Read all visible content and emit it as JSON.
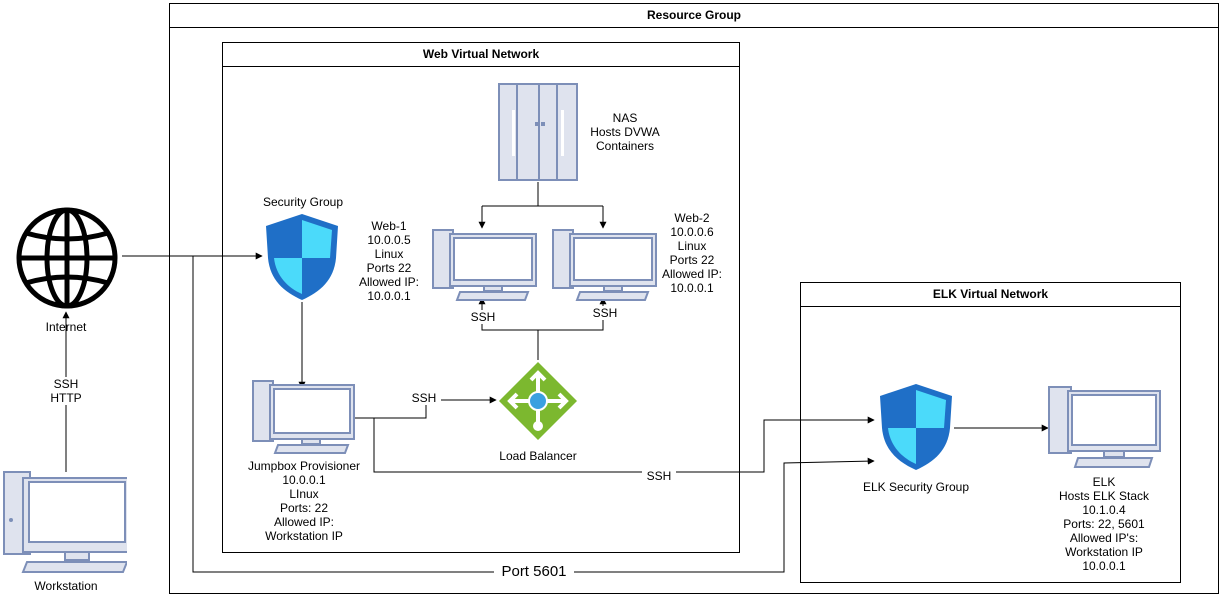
{
  "groups": {
    "resource_group": "Resource Group",
    "web_vnet": "Web Virtual Network",
    "elk_vnet": "ELK Virtual Network"
  },
  "nodes": {
    "internet": "Internet",
    "workstation": "Workstation",
    "security_group": "Security Group",
    "nas": "NAS\nHosts DVWA\nContainers",
    "web1": "Web-1\n10.0.0.5\nLinux\nPorts 22\nAllowed IP:\n10.0.0.1",
    "web2": "Web-2\n10.0.0.6\nLinux\nPorts 22\nAllowed IP:\n10.0.0.1",
    "jumpbox": "Jumpbox Provisioner\n10.0.0.1\nLInux\nPorts: 22\nAllowed IP:\nWorkstation IP",
    "load_balancer": "Load Balancer",
    "elk_security_group": "ELK Security Group",
    "elk": "ELK\nHosts ELK Stack\n10.1.0.4\nPorts: 22, 5601\nAllowed IP's:\nWorkstation IP\n10.0.0.1"
  },
  "edges": {
    "workstation_internet": "SSH\nHTTP",
    "ssh_web1": "SSH",
    "ssh_web2": "SSH",
    "jumpbox_lb": "SSH",
    "jumpbox_elk": "SSH",
    "port_5601": "Port 5601"
  },
  "colors": {
    "shield_dark": "#1f6fc7",
    "shield_light": "#50e6ff",
    "lb_green": "#7cb82f",
    "computer_fill": "#dfe3ee",
    "computer_stroke": "#7d8fb8"
  }
}
